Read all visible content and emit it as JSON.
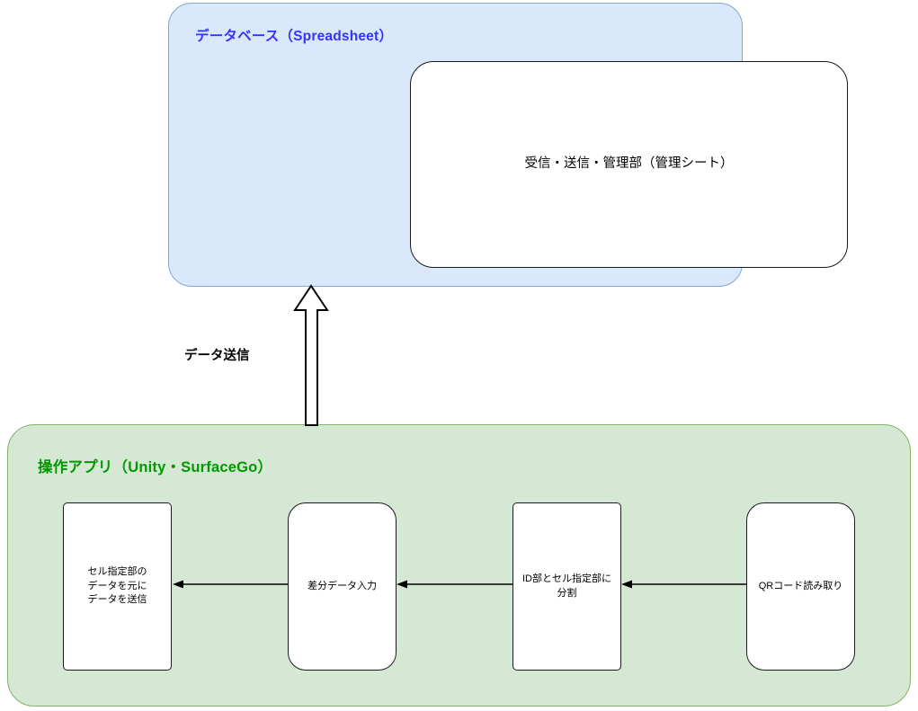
{
  "diagram": {
    "type": "flow-diagram",
    "background_color": "#ffffff",
    "containers": [
      {
        "id": "database",
        "title": "データベース（Spreadsheet）",
        "title_color": "#3333ff",
        "fill_color": "#dae8fc",
        "border_color": "#7ea6d9"
      },
      {
        "id": "app",
        "title": "操作アプリ（Unity・SurfaceGo）",
        "title_color": "#009900",
        "fill_color": "#d5e8d4",
        "border_color": "#82b366"
      }
    ],
    "database": {
      "title": "データベース（Spreadsheet）",
      "sheet_box_label": "受信・送信・管理部（管理シート）"
    },
    "app": {
      "title": "操作アプリ（Unity・SurfaceGo）",
      "steps": [
        {
          "id": "step-1",
          "label": "セル指定部の\nデータを元に\nデータを送信"
        },
        {
          "id": "step-2",
          "label": "差分データ入力"
        },
        {
          "id": "step-3",
          "label": "ID部とセル指定部に\n分割"
        },
        {
          "id": "step-4",
          "label": "QRコード読み取り"
        }
      ]
    },
    "connectors": {
      "vertical_arrow_label": "データ送信",
      "vertical_arrow_direction": "up",
      "horizontal_arrow_direction": "left",
      "stroke_color": "#000000"
    }
  }
}
